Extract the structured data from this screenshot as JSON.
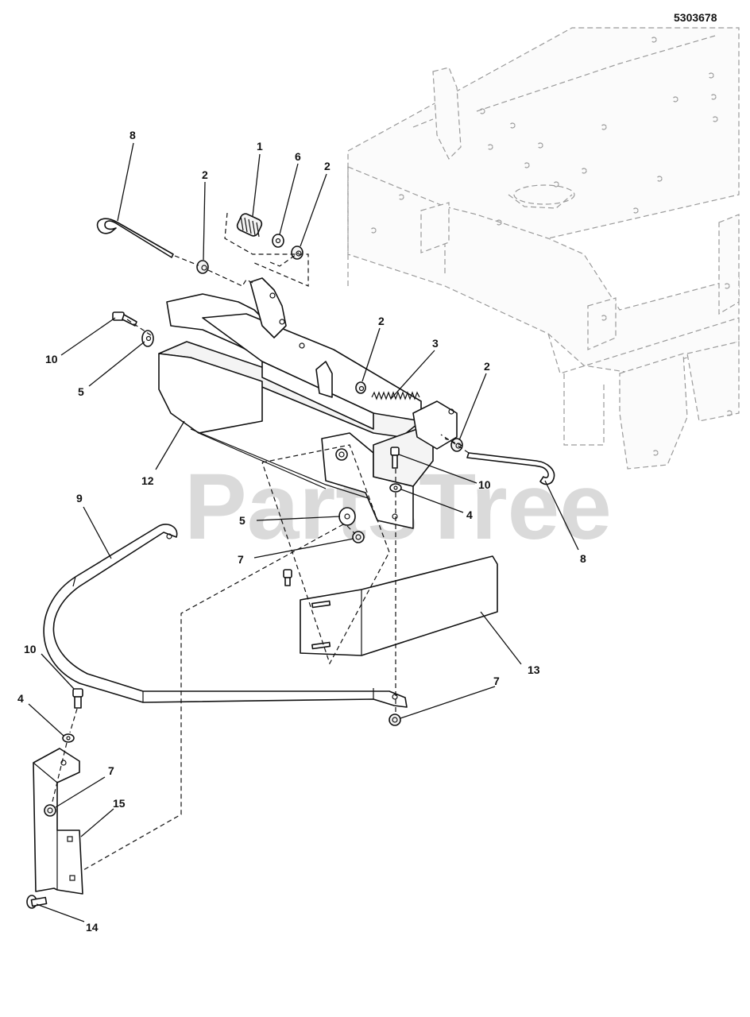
{
  "document": {
    "id": "5303678",
    "watermark": "PartsTree"
  },
  "callouts": {
    "c1": "1",
    "c2a": "2",
    "c2b": "2",
    "c2c": "2",
    "c2d": "2",
    "c3": "3",
    "c4a": "4",
    "c4b": "4",
    "c5a": "5",
    "c5b": "5",
    "c6": "6",
    "c7a": "7",
    "c7b": "7",
    "c7c": "7",
    "c8a": "8",
    "c8b": "8",
    "c9": "9",
    "c10a": "10",
    "c10b": "10",
    "c10c": "10",
    "c12": "12",
    "c13": "13",
    "c14": "14",
    "c15": "15"
  },
  "colors": {
    "line": "#111111",
    "ghost": "#9a9a9a",
    "watermark": "#bdbdbd"
  }
}
